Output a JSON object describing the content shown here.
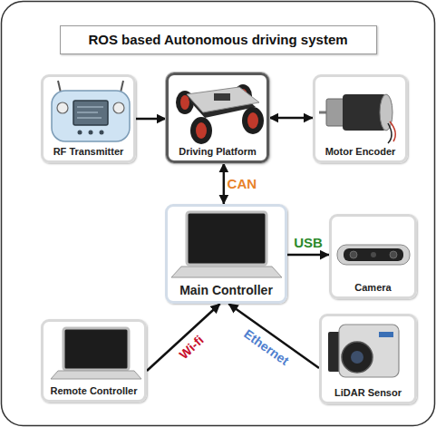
{
  "diagram": {
    "title": "ROS based Autonomous driving system",
    "nodes": [
      {
        "text": [
          "RF Transmitter"
        ]
      },
      {
        "text": [
          "Driving Platform"
        ]
      },
      {
        "text": [
          "Motor Encoder"
        ]
      },
      {
        "text": [
          "Main Controller"
        ]
      },
      {
        "text": [
          "Camera"
        ]
      },
      {
        "text": [
          "Remote Controller"
        ]
      },
      {
        "text": [
          "LiDAR Sensor"
        ]
      }
    ],
    "edges": [
      {
        "from": 0,
        "to": 1,
        "arrow": "to"
      },
      {
        "from": 1,
        "to": 2,
        "arrow": "both"
      },
      {
        "from": 1,
        "to": 3,
        "label": "CAN",
        "arrow": "both"
      },
      {
        "from": 3,
        "to": 4,
        "label": "USB",
        "arrow": "to"
      },
      {
        "from": 5,
        "to": 3,
        "label": "Wi-fi",
        "arrow": "to"
      },
      {
        "from": 6,
        "to": 3,
        "label": "Ethernet",
        "arrow": "to"
      }
    ]
  }
}
